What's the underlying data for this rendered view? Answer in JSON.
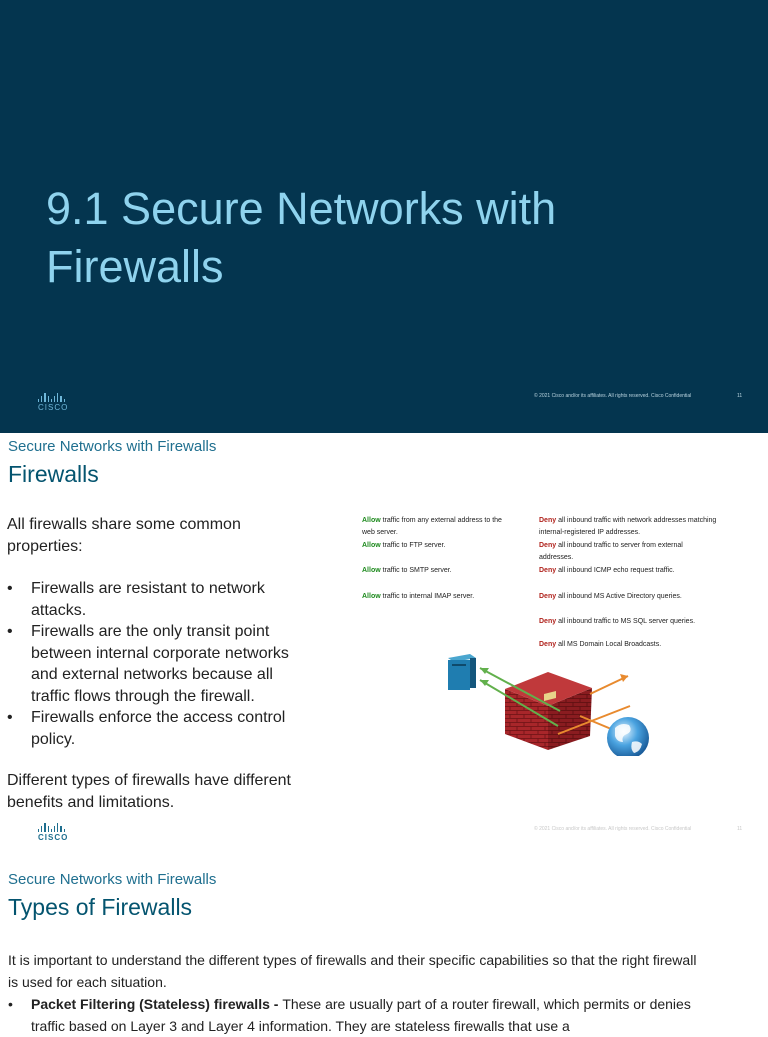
{
  "slide1": {
    "title_line1": "9.1 Secure Networks with",
    "title_line2": "Firewalls",
    "logo_text": "CISCO",
    "footer": "© 2021  Cisco and/or its affiliates. All rights reserved.   Cisco Confidential",
    "page_number": "11",
    "background_color": "#04354f",
    "title_color": "#8fd3ee"
  },
  "slide2": {
    "section": "Secure Networks with Firewalls",
    "title": "Firewalls",
    "intro": "All firewalls share some common properties:",
    "bullets": [
      "Firewalls are resistant to network attacks.",
      "Firewalls are the only transit point between internal corporate networks and external networks because all traffic flows through the firewall.",
      "Firewalls enforce the access control policy."
    ],
    "closing": "Different types of firewalls have different benefits and limitations.",
    "allow_rules": [
      {
        "keyword": "Allow",
        "line1": " traffic from any external address to the",
        "line2": "web server."
      },
      {
        "keyword": "Allow",
        "line1": " traffic to FTP server.",
        "line2": ""
      },
      {
        "keyword": "Allow",
        "line1": " traffic to SMTP server.",
        "line2": ""
      },
      {
        "keyword": "Allow",
        "line1": " traffic to internal IMAP server.",
        "line2": ""
      }
    ],
    "deny_rules": [
      {
        "keyword": "Deny",
        "line1": " all inbound traffic with network addresses matching",
        "line2": "internal-registered IP addresses."
      },
      {
        "keyword": "Deny",
        "line1": " all inbound traffic to server from external",
        "line2": "addresses."
      },
      {
        "keyword": "Deny",
        "line1": " all inbound ICMP echo request traffic.",
        "line2": ""
      },
      {
        "keyword": "Deny",
        "line1": " all inbound MS Active Directory queries.",
        "line2": ""
      },
      {
        "keyword": "Deny",
        "line1": " all inbound traffic to MS SQL server queries.",
        "line2": ""
      },
      {
        "keyword": "Deny",
        "line1": " all MS Domain Local Broadcasts.",
        "line2": ""
      }
    ],
    "logo_text": "CISCO",
    "footer": "© 2021  Cisco and/or its affiliates. All rights reserved.   Cisco Confidential",
    "page_number": "11"
  },
  "slide3": {
    "section": "Secure Networks with Firewalls",
    "title": "Types of Firewalls",
    "intro": "It is important to understand the different types of firewalls and their specific capabilities so that the right firewall is used for each situation.",
    "bullet_bold": "Packet Filtering (Stateless) firewalls  - ",
    "bullet_text": "These are usually part of a router firewall, which permits or denies traffic based on Layer 3 and Layer 4 information. They are stateless firewalls that use a"
  }
}
